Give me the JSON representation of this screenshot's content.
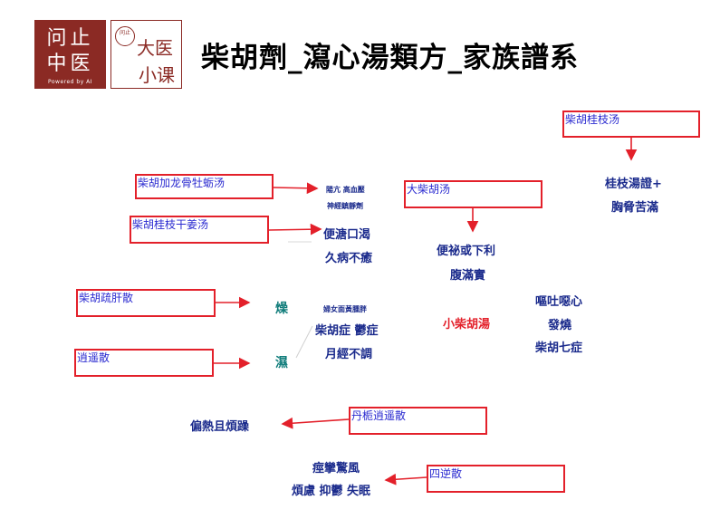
{
  "logo_main": {
    "line1": "问止",
    "line2": "中医",
    "tagline": "Powered by AI"
  },
  "logo_course": {
    "circle_text": "问止",
    "line1": "大医",
    "line2": "小课"
  },
  "title": "柴胡劑_瀉心湯類方_家族譜系",
  "boxes": {
    "guizhi": "柴胡桂枝汤",
    "longgu": "柴胡加龙骨牡蛎汤",
    "dachaihu": "大柴胡汤",
    "ganjiang": "柴胡桂枝干姜汤",
    "shugan": "柴胡疏肝散",
    "xiaoyao": "逍遥散",
    "danzhi": "丹栀逍遥散",
    "sini": "四逆散"
  },
  "labels": {
    "guizhi_sym1": "桂枝湯證+",
    "guizhi_sym2": "胸脅苦滿",
    "longgu_sym1": "陽亢  高血壓",
    "longgu_sym2": "神經鎮靜劑",
    "ganjiang_sym1": "便溏口渴",
    "ganjiang_sym2": "久病不癒",
    "dachaihu_sym1": "便祕或下利",
    "dachaihu_sym2": "腹滿實",
    "dry": "燥",
    "wet": "濕",
    "women": "婦女面黃腫胖",
    "center1": "柴胡症 鬱症",
    "center2": "月經不調",
    "xiaochaihu": "小柴胡湯",
    "xiao_sym1": "嘔吐噁心",
    "xiao_sym2": "發燒",
    "xiao_sym3": "柴胡七症",
    "danzhi_sym": "偏熱且煩躁",
    "sini_sym1": "痙攣驚風",
    "sini_sym2": "煩慮 抑鬱 失眠"
  },
  "colors": {
    "brand": "#8b2a24",
    "box_border": "#e3202a",
    "box_text": "#2a2ad0",
    "label_text": "#1a2a8c",
    "highlight": "#e3202a",
    "teal": "#0f7c7a"
  }
}
